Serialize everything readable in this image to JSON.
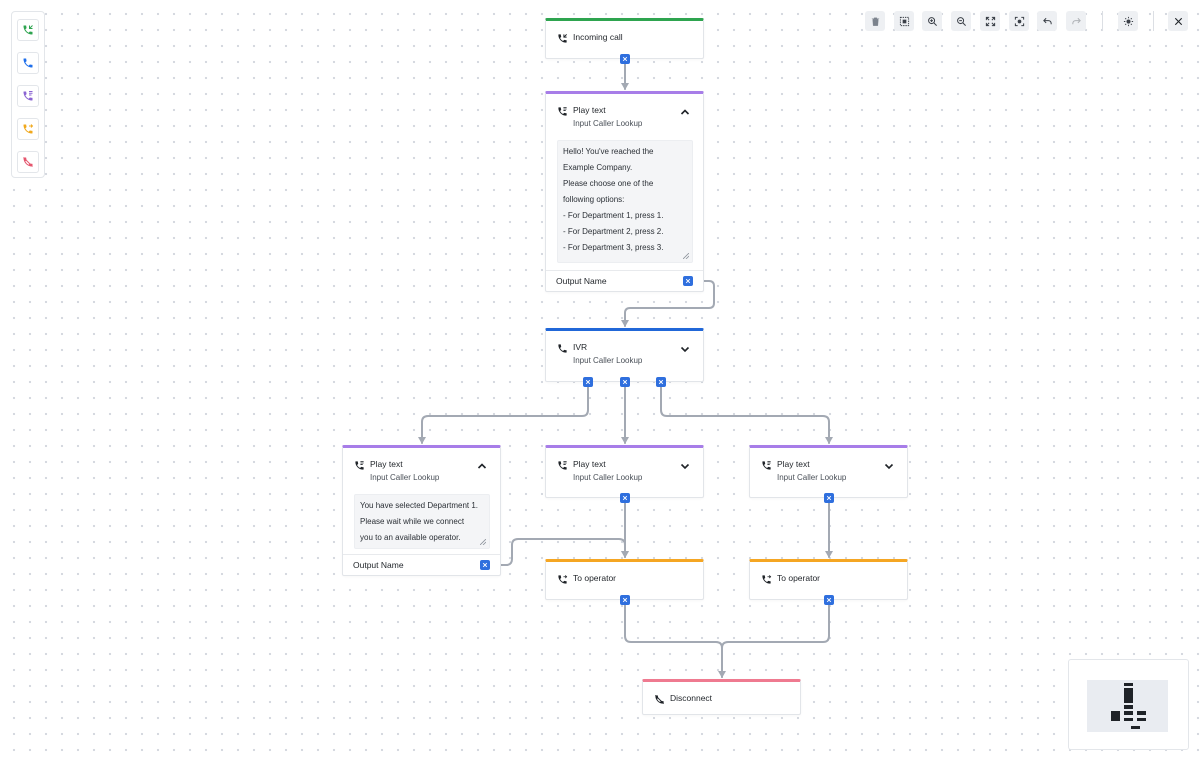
{
  "palette": {
    "items": [
      {
        "icon": "incoming-call-icon",
        "color": "#2ea44f"
      },
      {
        "icon": "phone-icon",
        "color": "#1f6feb"
      },
      {
        "icon": "play-text-icon",
        "color": "#8a63d2"
      },
      {
        "icon": "to-operator-icon",
        "color": "#f0a81c"
      },
      {
        "icon": "disconnect-icon",
        "color": "#e5566e"
      }
    ]
  },
  "toolbar": {
    "buttons": [
      {
        "icon": "trash-icon",
        "enabled": true
      },
      {
        "icon": "select-all-icon",
        "enabled": true
      },
      {
        "icon": "zoom-in-icon",
        "enabled": true
      },
      {
        "icon": "zoom-out-icon",
        "enabled": true
      },
      {
        "icon": "fit-view-icon",
        "enabled": true
      },
      {
        "icon": "focus-icon",
        "enabled": true
      },
      {
        "icon": "undo-icon",
        "enabled": true
      },
      {
        "icon": "redo-icon",
        "enabled": false
      },
      {
        "icon": "theme-icon",
        "enabled": true
      },
      {
        "icon": "close-icon",
        "enabled": true
      }
    ]
  },
  "colors": {
    "incoming": "#2ea44f",
    "play_text": "#a77de8",
    "ivr": "#2167d8",
    "operator": "#f5a623",
    "disconnect": "#ef7a90",
    "port": "#2f6fde",
    "edge": "#a3a9b3"
  },
  "nodes": {
    "incoming": {
      "title": "Incoming call"
    },
    "play1": {
      "title": "Play text",
      "subtitle": "Input Caller Lookup",
      "text_lines": [
        "Hello! You've reached the",
        "Example Company.",
        "Please choose one of the",
        "following options:",
        "- For Department 1, press 1.",
        "- For Department 2, press 2.",
        "- For Department 3, press 3."
      ],
      "output_label": "Output Name"
    },
    "ivr": {
      "title": "IVR",
      "subtitle": "Input Caller Lookup"
    },
    "play_left": {
      "title": "Play text",
      "subtitle": "Input Caller Lookup",
      "text_lines": [
        "You have selected Department 1.",
        "Please wait while we connect",
        "you to an available operator."
      ],
      "output_label": "Output Name"
    },
    "play_mid": {
      "title": "Play text",
      "subtitle": "Input Caller Lookup"
    },
    "play_right": {
      "title": "Play text",
      "subtitle": "Input Caller Lookup"
    },
    "op_mid": {
      "title": "To operator"
    },
    "op_right": {
      "title": "To operator"
    },
    "disconnect": {
      "title": "Disconnect"
    }
  }
}
